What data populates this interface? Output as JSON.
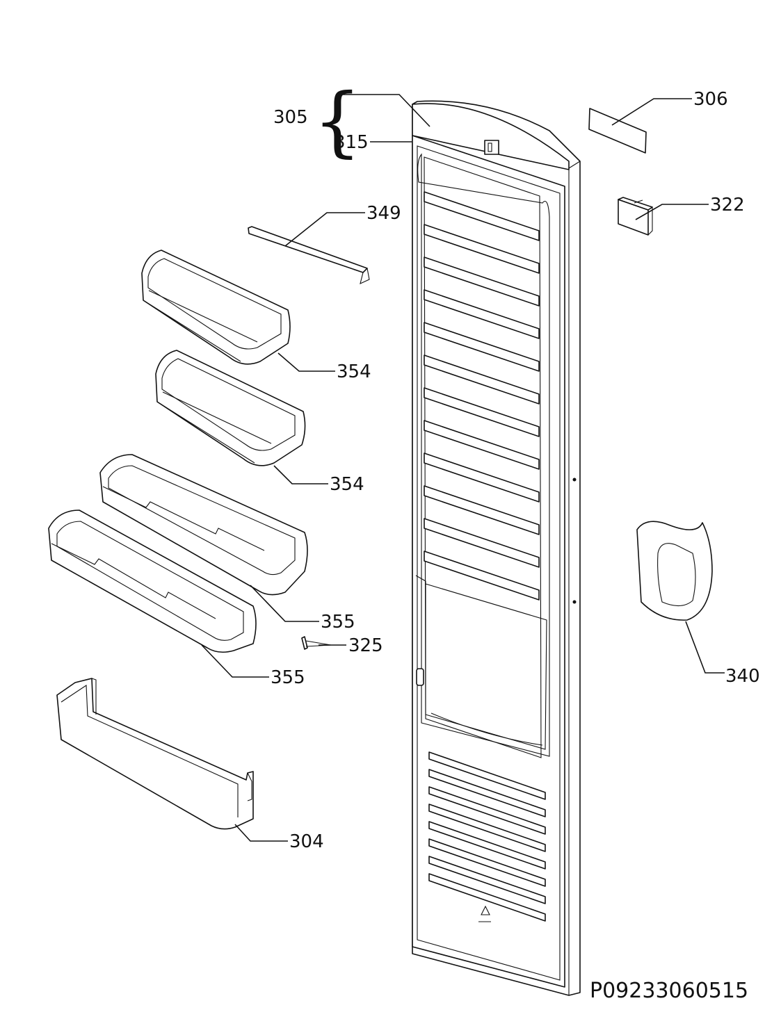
{
  "diagram": {
    "drawing_id": "P09233060515",
    "group_label": "305",
    "callouts": {
      "c305_sub": "315",
      "c306": "306",
      "c322": "322",
      "c349": "349",
      "c354a": "354",
      "c354b": "354",
      "c355a": "355",
      "c355b": "355",
      "c325": "325",
      "c340": "340",
      "c304": "304"
    }
  }
}
